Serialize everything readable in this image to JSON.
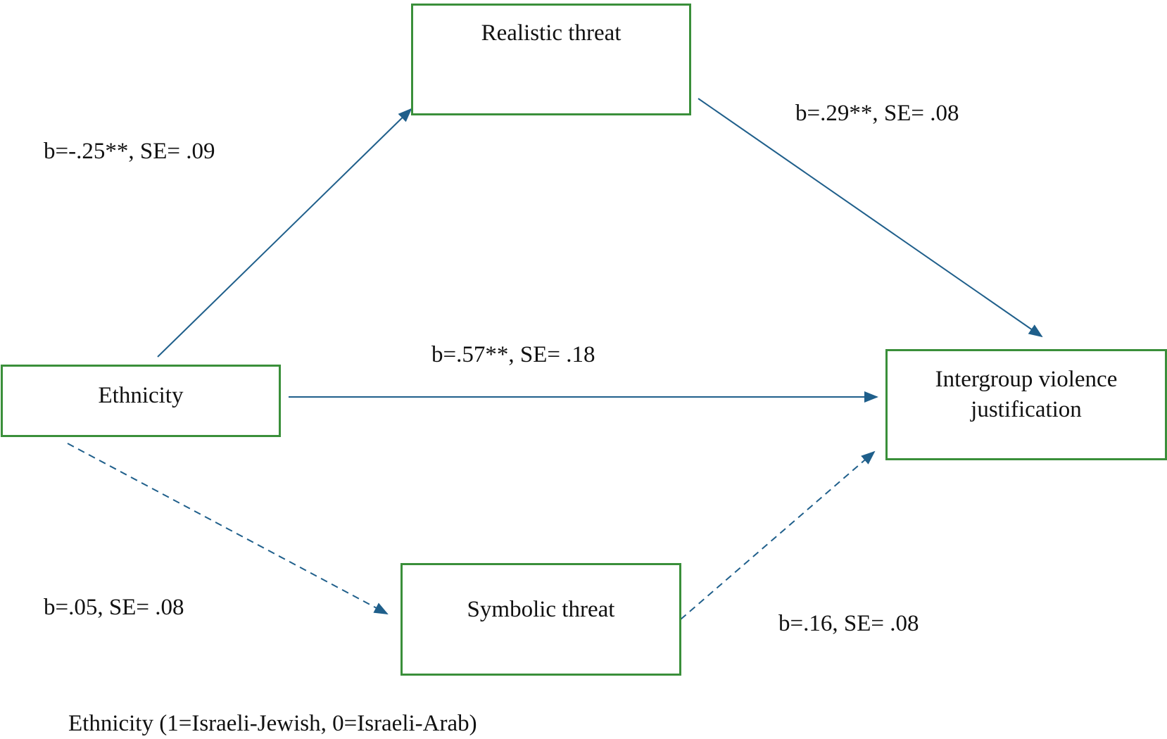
{
  "nodes": {
    "realistic": "Realistic threat",
    "ethnicity": "Ethnicity",
    "outcome_line1": "Intergroup violence",
    "outcome_line2": "justification",
    "symbolic": "Symbolic threat"
  },
  "paths": {
    "eth_to_realistic": "b=-.25**, SE= .09",
    "realistic_to_outcome": "b=.29**, SE= .08",
    "eth_to_outcome": "b=.57**, SE= .18",
    "eth_to_symbolic": "b=.05, SE= .08",
    "symbolic_to_outcome": "b=.16, SE= .08"
  },
  "note": "Ethnicity (1=Israeli-Jewish, 0=Israeli-Arab)",
  "colors": {
    "box_border": "#3a8f3a",
    "arrow": "#1f5f8b"
  }
}
